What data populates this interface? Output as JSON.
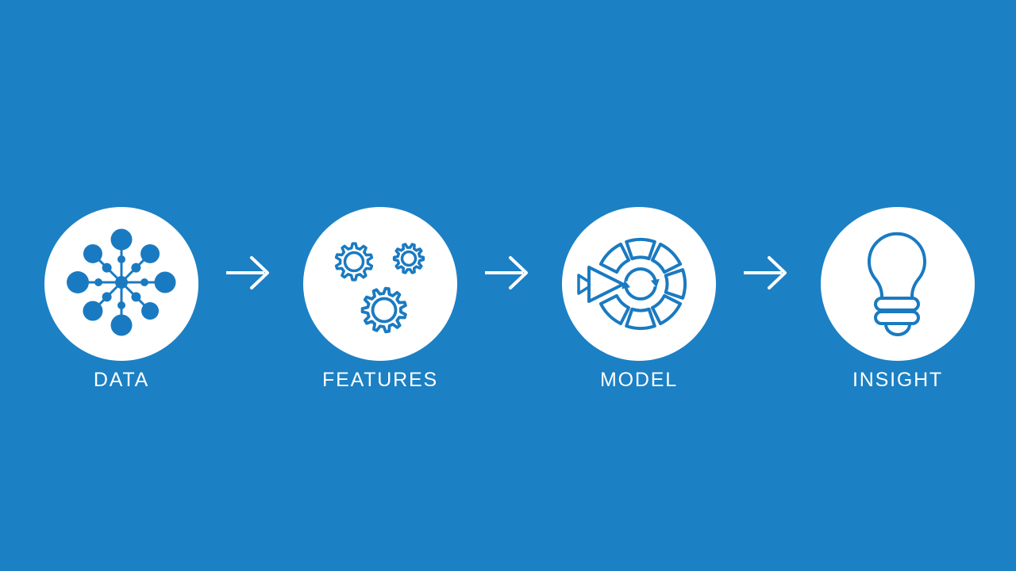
{
  "colors": {
    "background": "#1c80c4",
    "icon_blue": "#1a7ac1",
    "circle_fill": "#ffffff",
    "arrow": "#ffffff",
    "label_text": "#ffffff"
  },
  "pipeline": {
    "stages": [
      {
        "label": "DATA",
        "icon": "network-nodes-icon"
      },
      {
        "label": "FEATURES",
        "icon": "gears-icon"
      },
      {
        "label": "MODEL",
        "icon": "model-cycle-icon"
      },
      {
        "label": "INSIGHT",
        "icon": "lightbulb-icon"
      }
    ],
    "connectors": [
      {
        "icon": "arrow-right-icon"
      },
      {
        "icon": "arrow-right-icon"
      },
      {
        "icon": "arrow-right-icon"
      }
    ]
  }
}
